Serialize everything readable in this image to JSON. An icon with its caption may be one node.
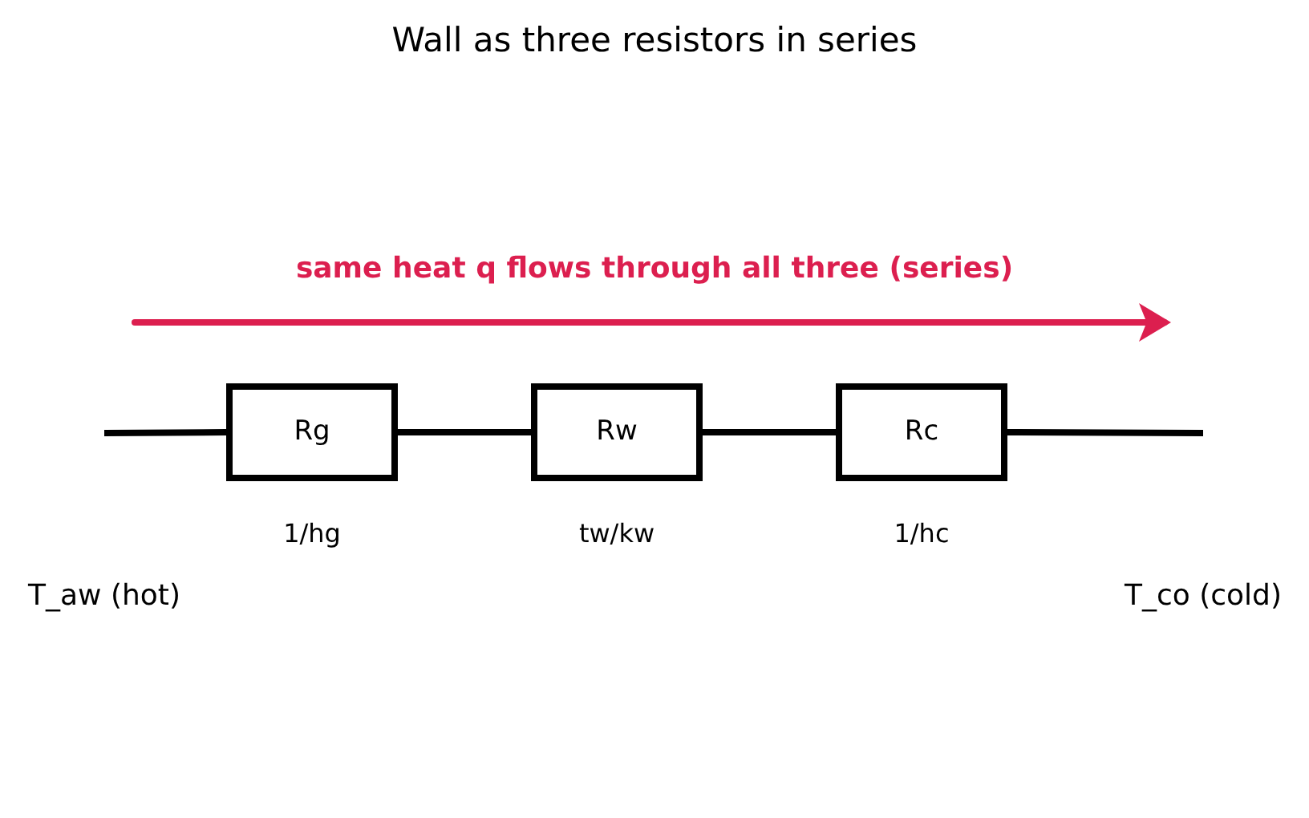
{
  "diagram": {
    "title": "Wall as three resistors in series",
    "nodes": [
      {
        "text": [
          "Rg"
        ],
        "beside": [
          "1/hg"
        ]
      },
      {
        "text": [
          "Rw"
        ],
        "beside": [
          "tw/kw"
        ]
      },
      {
        "text": [
          "Rc"
        ],
        "beside": [
          "1/hc"
        ]
      }
    ],
    "edges": [
      {
        "from": null,
        "to": 0,
        "arrow": "none"
      },
      {
        "from": 0,
        "to": 1,
        "arrow": "none"
      },
      {
        "from": 1,
        "to": 2,
        "arrow": "none"
      },
      {
        "from": 2,
        "to": null,
        "arrow": "none"
      }
    ],
    "labels": [
      "same heat q flows through all three (series)",
      "T_aw (hot)",
      "T_co (cold)"
    ]
  }
}
